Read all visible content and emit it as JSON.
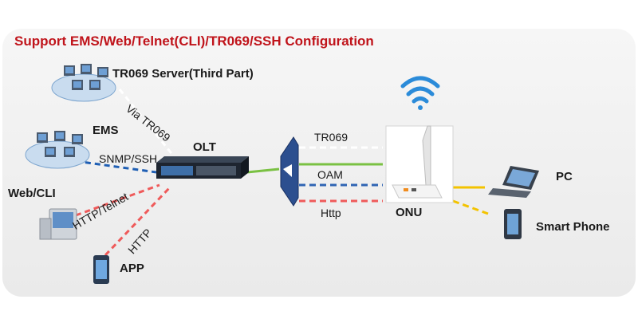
{
  "title": "Support EMS/Web/Telnet(CLI)/TR069/SSH Configuration",
  "nodes": {
    "tr069_server": "TR069 Server(Third Part)",
    "ems": "EMS",
    "web_cli": "Web/CLI",
    "app": "APP",
    "olt": "OLT",
    "onu": "ONU",
    "pc": "PC",
    "smart_phone": "Smart Phone"
  },
  "links": {
    "via_tr069": "Via TR069",
    "snmp_ssh": "SNMP/SSH",
    "http_telnet": "HTTP/Telnet",
    "http": "HTTP",
    "tr069": "TR069",
    "oam": "OAM",
    "http_lower": "Http"
  },
  "colors": {
    "title": "#c0141b",
    "tr069_line": "#ffffff",
    "snmp_line": "#1f5fb4",
    "http_line": "#ef5a5a",
    "oam_line": "#2f64b3",
    "fiber_line": "#7ac143",
    "wifi_line": "#f3c300",
    "wifi_icon": "#2b8bd9"
  }
}
